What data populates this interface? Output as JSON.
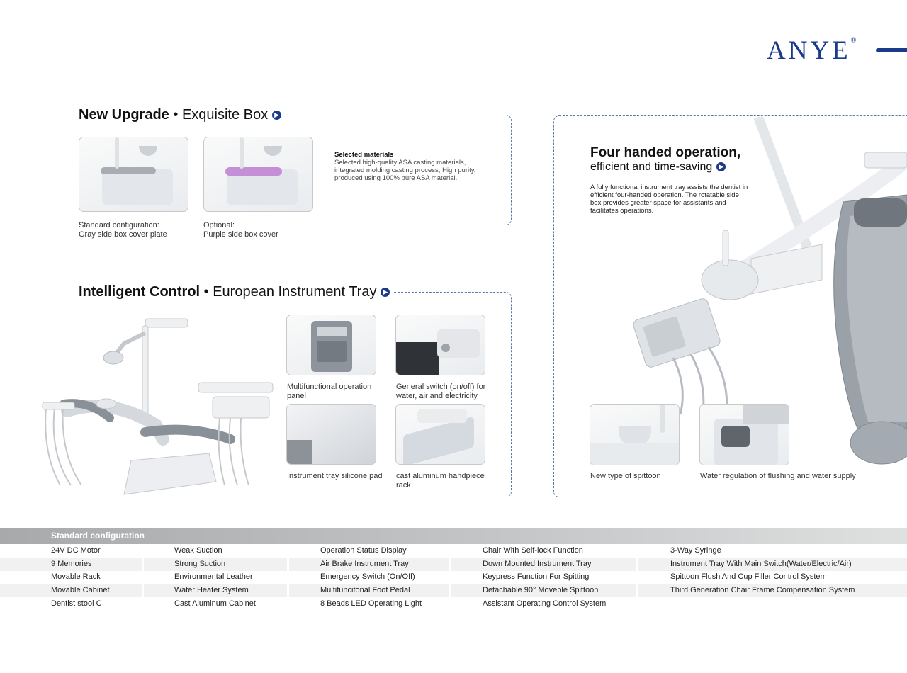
{
  "brand": {
    "logo_text": "ANYE",
    "registered": "®"
  },
  "upgrade": {
    "title_bold": "New Upgrade",
    "title_sep": " • ",
    "title_rest": "Exquisite Box",
    "standard_caption": [
      "Standard configuration:",
      "Gray side box cover plate"
    ],
    "optional_caption": [
      "Optional:",
      "Purple side box cover"
    ],
    "materials_title": "Selected materials",
    "materials_body": [
      "Selected high-quality ASA casting materials,",
      "integrated molding casting process; High purity,",
      "produced using 100% pure ASA material."
    ]
  },
  "control": {
    "title_bold": "Intelligent Control",
    "title_sep": " • ",
    "title_rest": "European Instrument Tray",
    "panels": [
      {
        "caption": [
          "Multifunctional operation",
          "panel"
        ]
      },
      {
        "caption": [
          "General switch (on/off) for",
          "water, air and electricity"
        ]
      },
      {
        "caption": [
          "Instrument tray silicone pad"
        ]
      },
      {
        "caption": [
          "cast aluminum handpiece",
          "rack"
        ]
      }
    ]
  },
  "fourhanded": {
    "title_bold": "Four handed operation,",
    "title_sub": "efficient and time-saving",
    "body": [
      "A fully functional instrument tray assists the dentist in",
      "efficient four-handed operation. The rotatable side",
      "box provides greater space for assistants and",
      "facilitates operations."
    ],
    "spittoon_caption": "New type of spittoon",
    "water_caption": "Water regulation of flushing and water supply"
  },
  "config": {
    "title": "Standard configuration",
    "rows": [
      [
        "24V DC Motor",
        "Weak Suction",
        "Operation Status Display",
        "Chair With Self-lock Function",
        "3-Way Syringe"
      ],
      [
        "9 Memories",
        "Strong Suction",
        "Air Brake Instrument Tray",
        "Down  Mounted Instrument Tray",
        "Instrument Tray With Main Switch(Water/Electric/Air)"
      ],
      [
        "Movable Rack",
        "Environmental Leather",
        "Emergency Switch (On/Off)",
        "Keypress Function For Spitting",
        "Spittoon Flush And Cup Filler Control System"
      ],
      [
        "Movable Cabinet",
        "Water Heater System",
        "Multifuncitonal Foot Pedal",
        "Detachable 90° Moveble Spittoon",
        "Third Generation Chair Frame Compensation System"
      ],
      [
        "Dentist stool C",
        "Cast Aluminum Cabinet",
        "8 Beads LED Operating Light",
        "Assistant Operating Control System",
        ""
      ]
    ]
  },
  "colors": {
    "brand_blue": "#1c3a8a",
    "dash_blue": "#5a77a8",
    "purple_cover": "#c58fd6",
    "gray_header": "#a7a9ab"
  },
  "icons": [
    "chevron-right-icon"
  ]
}
